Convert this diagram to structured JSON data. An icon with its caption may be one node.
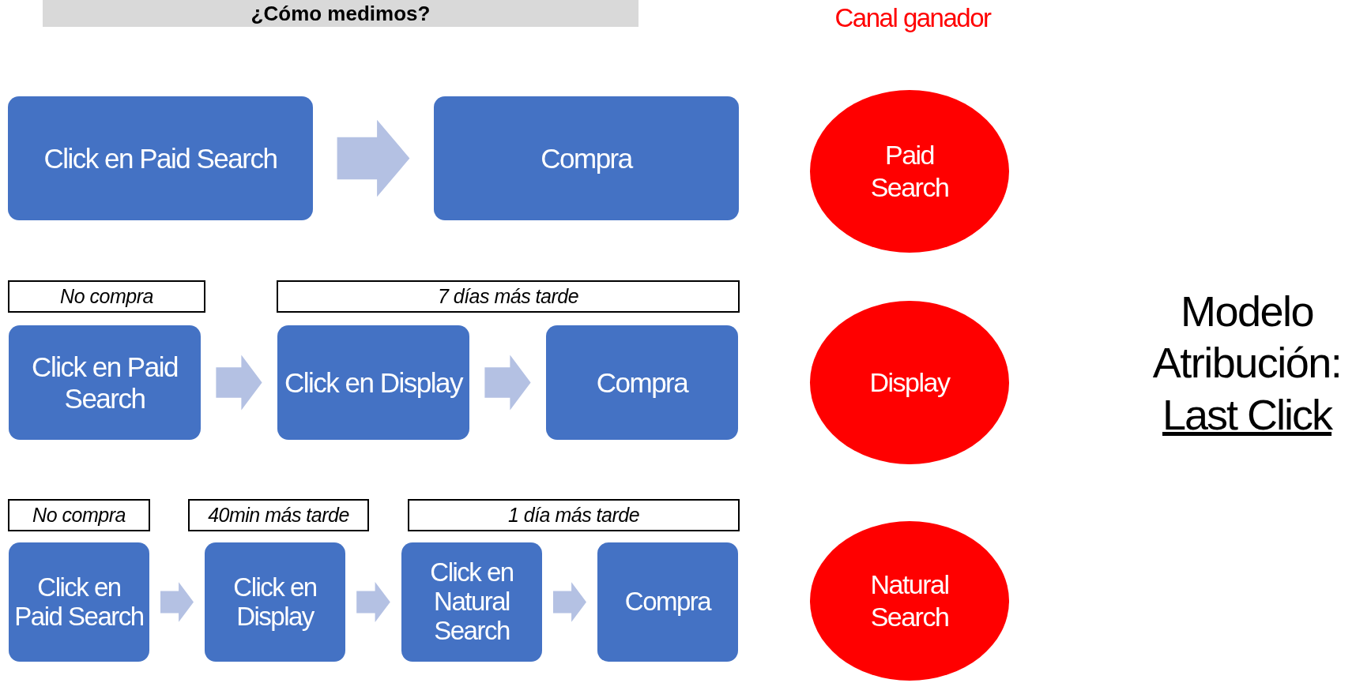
{
  "diagram": {
    "title": "¿Cómo medimos?",
    "nodes": [
      {
        "text": [
          "Click en Paid Search"
        ]
      },
      {
        "text": [
          "Compra"
        ]
      },
      {
        "text": [
          "Paid Search"
        ]
      },
      {
        "text": [
          "No compra"
        ]
      },
      {
        "text": [
          "7 días más tarde"
        ]
      },
      {
        "text": [
          "Click en Paid Search"
        ]
      },
      {
        "text": [
          "Click en Display"
        ]
      },
      {
        "text": [
          "Compra"
        ]
      },
      {
        "text": [
          "Display"
        ]
      },
      {
        "text": [
          "No compra"
        ]
      },
      {
        "text": [
          "40min más tarde"
        ]
      },
      {
        "text": [
          "1 día más tarde"
        ]
      },
      {
        "text": [
          "Click en Paid Search"
        ]
      },
      {
        "text": [
          "Click en Display"
        ]
      },
      {
        "text": [
          "Click en Natural Search"
        ]
      },
      {
        "text": [
          "Compra"
        ]
      },
      {
        "text": [
          "Natural Search"
        ]
      }
    ],
    "edges": [
      {
        "from": 0,
        "to": 1,
        "arrow": "to"
      },
      {
        "from": 5,
        "to": 6,
        "arrow": "to"
      },
      {
        "from": 6,
        "to": 7,
        "arrow": "to"
      },
      {
        "from": 12,
        "to": 13,
        "arrow": "to"
      },
      {
        "from": 13,
        "to": 14,
        "arrow": "to"
      },
      {
        "from": 14,
        "to": 15,
        "arrow": "to"
      }
    ],
    "labels": [
      "Canal ganador",
      "Modelo Atribución:",
      "Last Click"
    ]
  }
}
